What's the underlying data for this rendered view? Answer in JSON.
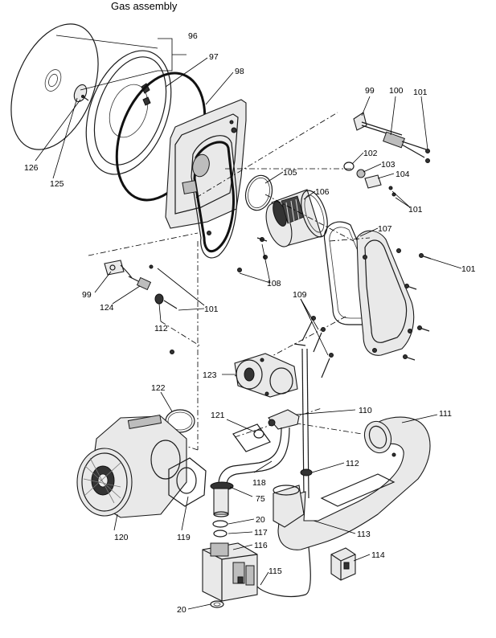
{
  "title": "Gas assembly",
  "labels": {
    "l96": "96",
    "l97": "97",
    "l98": "98",
    "l99a": "99",
    "l100": "100",
    "l101a": "101",
    "l102": "102",
    "l103": "103",
    "l104": "104",
    "l101b": "101",
    "l105": "105",
    "l106": "106",
    "l107": "107",
    "l101c": "101",
    "l126": "126",
    "l125": "125",
    "l108": "108",
    "l99b": "99",
    "l124": "124",
    "l101d": "101",
    "l112a": "112",
    "l109": "109",
    "l123": "123",
    "l122": "122",
    "l121": "121",
    "l110": "110",
    "l111": "111",
    "l112b": "112",
    "l118": "118",
    "l75": "75",
    "l20a": "20",
    "l117": "117",
    "l116": "116",
    "l113": "113",
    "l114": "114",
    "l115": "115",
    "l120": "120",
    "l119": "119",
    "l20b": "20"
  }
}
